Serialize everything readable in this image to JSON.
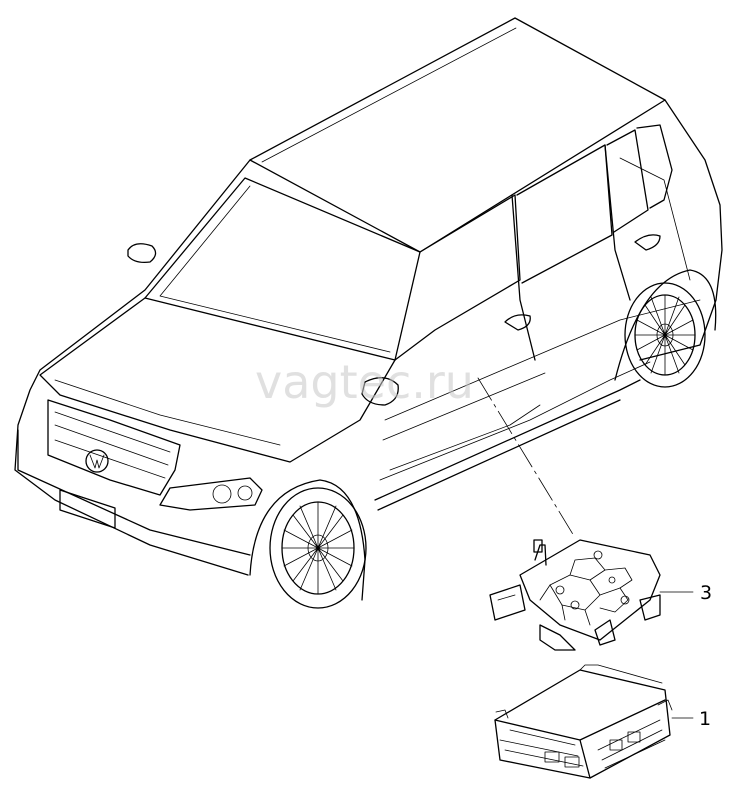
{
  "watermark": "vagtec.ru",
  "callouts": [
    {
      "id": "part-3",
      "label": "3"
    },
    {
      "id": "part-1",
      "label": "1"
    }
  ],
  "colors": {
    "ink": "#000000",
    "watermark": "#c8c8c8"
  }
}
